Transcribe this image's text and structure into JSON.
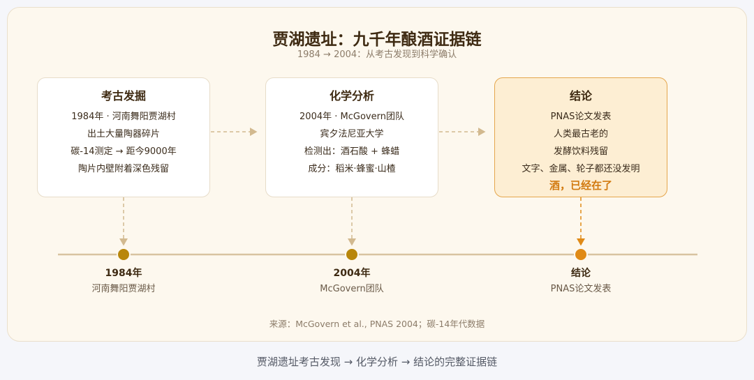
{
  "title": "贾湖遗址：九千年酿酒证据链",
  "subtitle": "1984 → 2004：从考古发现到科学确认",
  "boxes": [
    {
      "title": "考古发掘",
      "lines": [
        "1984年 · 河南舞阳贾湖村",
        "出土大量陶器碎片",
        "碳-14测定 → 距今9000年",
        "陶片内壁附着深色残留"
      ]
    },
    {
      "title": "化学分析",
      "lines": [
        "2004年 · McGovern团队",
        "宾夕法尼亚大学",
        "检测出：酒石酸 + 蜂蜡",
        "成分：稻米·蜂蜜·山楂"
      ]
    },
    {
      "title": "结论",
      "lines": [
        "PNAS论文发表",
        "人类最古老的",
        "发酵饮料残留",
        "文字、金属、轮子都还没发明"
      ],
      "highlight": "酒，已经在了"
    }
  ],
  "timeline": [
    {
      "label": "1984年",
      "desc": "河南舞阳贾湖村"
    },
    {
      "label": "2004年",
      "desc": "McGovern团队"
    },
    {
      "label": "结论",
      "desc": "PNAS论文发表"
    }
  ],
  "source": "来源：McGovern et al., PNAS 2004；碳-14年代数据",
  "caption": "贾湖遗址考古发现 → 化学分析 → 结论的完整证据链",
  "colors": {
    "background": "#fdf8ee",
    "accent": "#d27a10",
    "node_gold": "#b8860b",
    "node_orange": "#e08a16",
    "line": "#d8c3a0"
  }
}
